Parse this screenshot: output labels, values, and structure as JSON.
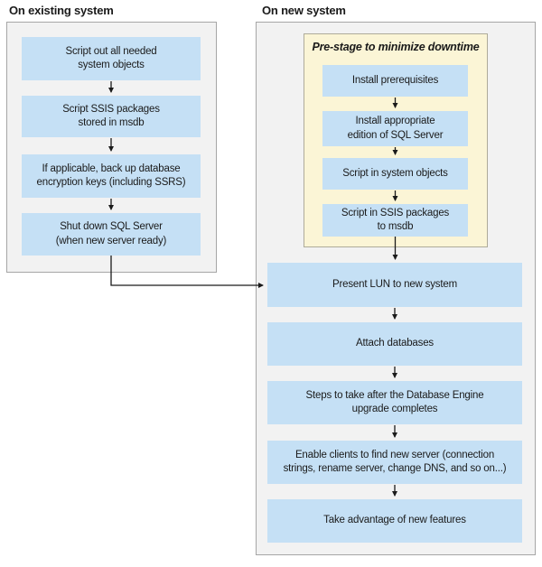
{
  "colors": {
    "canvas_bg": "#ffffff",
    "panel_bg": "#f2f2f2",
    "panel_border": "#a6a6a6",
    "step_blue": "#c5e0f5",
    "prestage_bg": "#fbf5d6",
    "prestage_border": "#aeab9a",
    "text": "#1a1a1a",
    "arrow": "#1a1a1a"
  },
  "left_column": {
    "title": "On existing system",
    "steps": [
      {
        "label": "Script out all needed\nsystem objects"
      },
      {
        "label": "Script SSIS packages\nstored in msdb"
      },
      {
        "label": "If applicable, back up database\nencryption keys (including SSRS)"
      },
      {
        "label": "Shut down SQL Server\n(when new server ready)"
      }
    ]
  },
  "right_column": {
    "title": "On new system",
    "prestage": {
      "title": "Pre-stage to minimize downtime",
      "steps": [
        {
          "label": "Install prerequisites"
        },
        {
          "label": "Install appropriate\nedition of SQL Server"
        },
        {
          "label": "Script in system objects"
        },
        {
          "label": "Script in SSIS packages\nto msdb"
        }
      ]
    },
    "steps": [
      {
        "label": "Present LUN to new system"
      },
      {
        "label": "Attach databases"
      },
      {
        "label": "Steps to take after the Database Engine\nupgrade completes"
      },
      {
        "label": "Enable clients to find new server (connection\nstrings, rename server, change DNS, and so on...)"
      },
      {
        "label": "Take advantage of new features"
      }
    ]
  }
}
